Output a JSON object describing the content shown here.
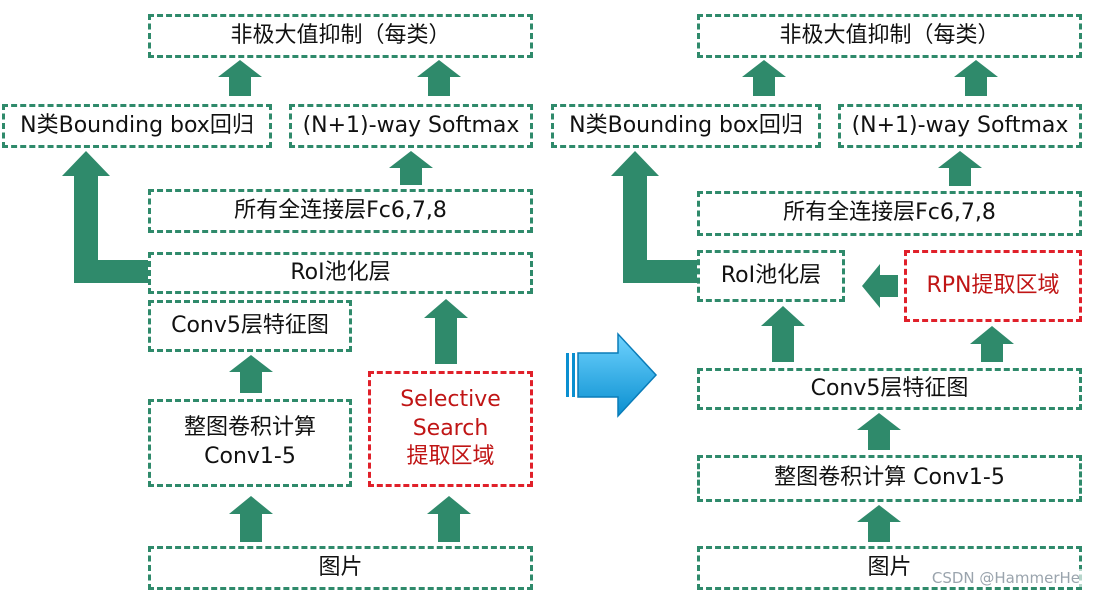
{
  "left": {
    "nms": "非极大值抑制（每类）",
    "bbox": "N类Bounding box回归",
    "softmax": "(N+1)-way Softmax",
    "fc": "所有全连接层Fc6,7,8",
    "roi": "RoI池化层",
    "conv5": "Conv5层特征图",
    "conv_lines": [
      "整图卷积计算",
      "Conv1-5"
    ],
    "selective_lines": [
      "Selective",
      "Search",
      "提取区域"
    ],
    "image": "图片"
  },
  "right": {
    "nms": "非极大值抑制（每类）",
    "bbox": "N类Bounding box回归",
    "softmax": "(N+1)-way Softmax",
    "fc": "所有全连接层Fc6,7,8",
    "roi": "RoI池化层",
    "rpn": "RPN提取区域",
    "conv5": "Conv5层特征图",
    "conv": "整图卷积计算 Conv1-5",
    "image": "图片"
  },
  "watermark": "CSDN @HammerHe",
  "colors": {
    "box_border": "#2f8a6b",
    "arrow_fill": "#2f8a6b",
    "highlight_border": "#e0202a",
    "highlight_text": "#c01515",
    "transition_arrow": "#10a8e8"
  }
}
